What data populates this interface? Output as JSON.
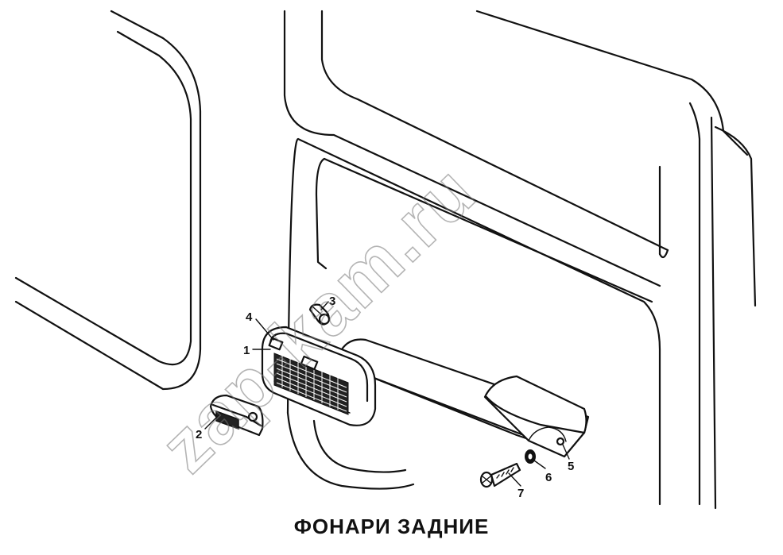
{
  "caption": "ФОНАРИ ЗАДНИЕ",
  "watermark": "zap-kam.ru",
  "callouts": [
    {
      "id": "1",
      "label": "1"
    },
    {
      "id": "2",
      "label": "2"
    },
    {
      "id": "3",
      "label": "3"
    },
    {
      "id": "4",
      "label": "4"
    },
    {
      "id": "5",
      "label": "5"
    },
    {
      "id": "6",
      "label": "6"
    },
    {
      "id": "7",
      "label": "7"
    }
  ],
  "colors": {
    "line": "#111111",
    "background": "#ffffff"
  }
}
